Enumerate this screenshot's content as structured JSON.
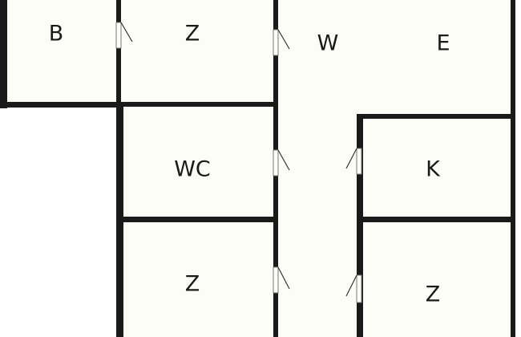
{
  "rooms": {
    "b": "B",
    "z1": "Z",
    "w": "W",
    "e": "E",
    "wc": "WC",
    "k": "K",
    "z2": "Z",
    "z3": "Z"
  },
  "colors": {
    "wall": "#1a1a1a",
    "floor": "#fdfdf8"
  }
}
